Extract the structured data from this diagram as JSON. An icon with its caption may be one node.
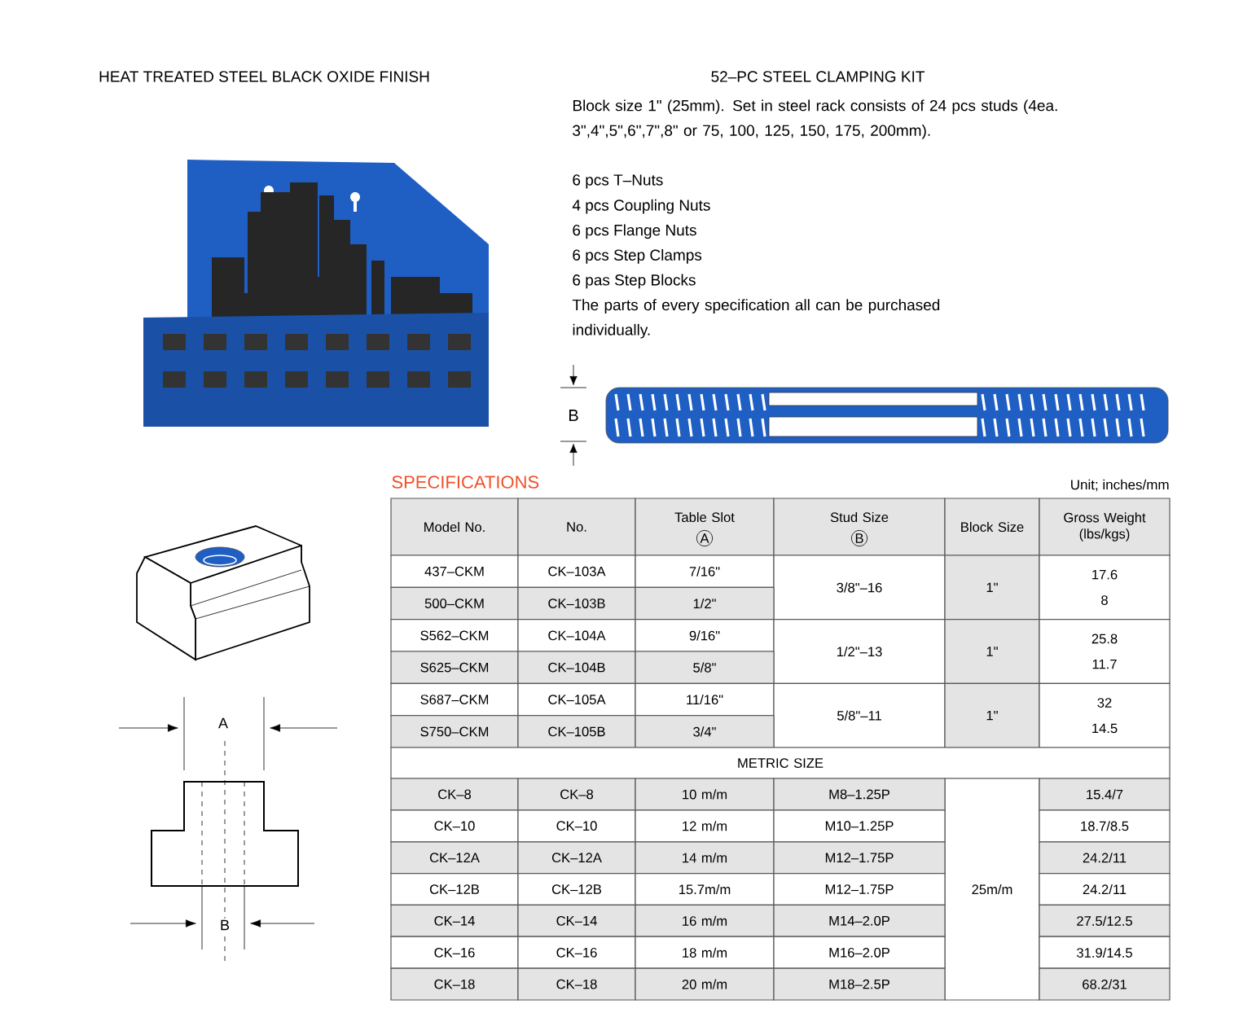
{
  "diagram": {
    "title": "52–PC STEEL CLAMPING KIT",
    "labels": [
      "HEAT TREATED STEEL BLACK OXIDE FINISH",
      "Block size 1\" (25mm). Set in steel rack consists of 24 pcs studs (4ea. 3\",4\",5\",6\",7\",8\" or 75, 100, 125, 150, 175, 200mm).",
      "6 pcs T–Nuts",
      "4 pcs Coupling Nuts",
      "6 pcs Flange Nuts",
      "6 pcs Step Clamps",
      "6 pas Step Blocks",
      "The parts of every specification all can be purchased individually.",
      "B",
      "SPECIFICATIONS",
      "Unit; inches/mm",
      "A",
      "B",
      "Model No.",
      "No.",
      "Table Slot",
      "A",
      "Stud Size",
      "B",
      "Block Size",
      "Gross Weight (lbs/kgs)",
      "437–CKM",
      "CK–103A",
      "7/16\"",
      "3/8\"–16",
      "1\"",
      "17.6",
      "500–CKM",
      "CK–103B",
      "1/2\"",
      "8",
      "S562–CKM",
      "CK–104A",
      "9/16\"",
      "1/2\"–13",
      "1\"",
      "25.8",
      "S625–CKM",
      "CK–104B",
      "5/8\"",
      "11.7",
      "S687–CKM",
      "CK–105A",
      "11/16\"",
      "5/8\"–11",
      "1\"",
      "32",
      "S750–CKM",
      "CK–105B",
      "3/4\"",
      "14.5",
      "METRIC SIZE",
      "CK–8",
      "CK–8",
      "10 m/m",
      "M8–1.25P",
      "25m/m",
      "15.4/7",
      "CK–10",
      "CK–10",
      "12 m/m",
      "M10–1.25P",
      "18.7/8.5",
      "CK–12A",
      "CK–12A",
      "14 m/m",
      "M12–1.75P",
      "24.2/11",
      "CK–12B",
      "CK–12B",
      "15.7m/m",
      "M12–1.75P",
      "24.2/11",
      "CK–14",
      "CK–14",
      "16 m/m",
      "M14–2.0P",
      "27.5/12.5",
      "CK–16",
      "CK–16",
      "18 m/m",
      "M16–2.0P",
      "31.9/14.5",
      "CK–18",
      "CK–18",
      "20 m/m",
      "M18–2.5P",
      "68.2/31"
    ]
  }
}
